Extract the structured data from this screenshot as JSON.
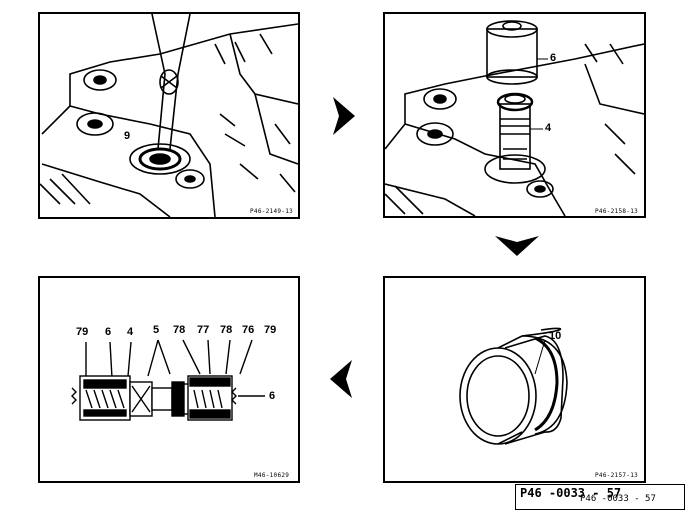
{
  "panels": {
    "top_left": {
      "figure_code": "P46-2149-13",
      "callouts": [
        "9"
      ]
    },
    "top_right": {
      "figure_code": "P46-2158-13",
      "callouts": [
        "6",
        "4"
      ]
    },
    "bottom_right": {
      "figure_code": "P46-2157-13",
      "callouts": [
        "10"
      ]
    },
    "bottom_left": {
      "figure_code": "M46-10629",
      "callouts": [
        "79",
        "6",
        "4",
        "5",
        "78",
        "77",
        "78",
        "76",
        "79",
        "6"
      ]
    }
  },
  "reference": {
    "main": "P46 -0033 - 57",
    "ghost": "P46 -0033 - 57"
  }
}
